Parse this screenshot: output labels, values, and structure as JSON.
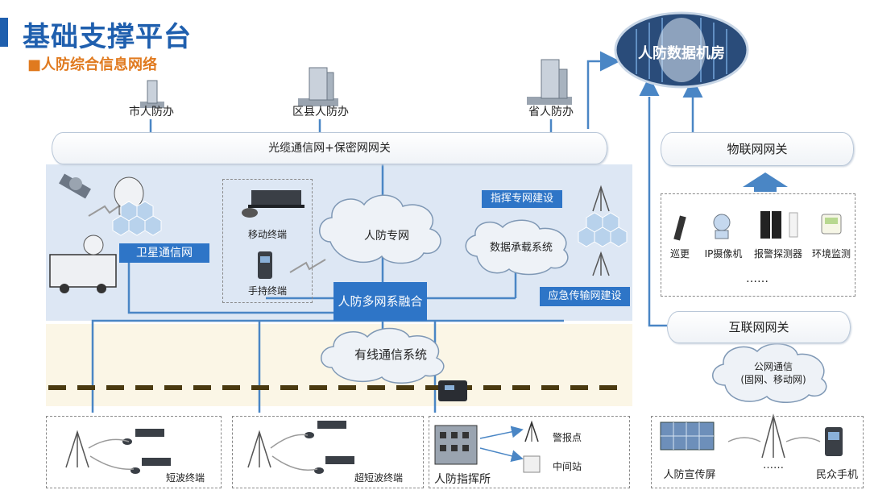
{
  "header": {
    "title": "基础支撑平台",
    "subtitle": "■人防综合信息网络"
  },
  "top_offices": [
    "市人防办",
    "区县人防办",
    "省人防办"
  ],
  "data_center": "人防数据机房",
  "backbone_pipe": "光缆通信网+保密网网关",
  "iot_gateway": "物联网网关",
  "internet_gateway": "互联网网关",
  "satellite_network": "卫星通信网",
  "mobile_terminal": "移动终端",
  "handheld_terminal": "手持终端",
  "civil_defense_network": "人防专网",
  "command_network_build": "指挥专网建设",
  "data_bearer_system": "数据承载系统",
  "multi_network_fusion": "人防多网系融合",
  "emergency_transmission_build": "应急传输网建设",
  "wired_system": "有线通信系统",
  "iot_devices": [
    "巡更",
    "IP摄像机",
    "报警探测器",
    "环境监测"
  ],
  "iot_more": "……",
  "public_network": {
    "line1": "公网通信",
    "line2": "(固网、移动网)"
  },
  "bottom": {
    "shortwave": "短波终端",
    "ultrashortwave": "超短波终端",
    "command_post": "人防指挥所",
    "alarm_point": "警报点",
    "relay_station": "中间站",
    "display_screen": "人防宣传屏",
    "more": "……",
    "mobile_phone": "民众手机"
  },
  "colors": {
    "accent": "#1f5fae",
    "label_blue": "#2e75c7",
    "subtitle_orange": "#e07a1f",
    "line_blue": "#4a86c5"
  }
}
